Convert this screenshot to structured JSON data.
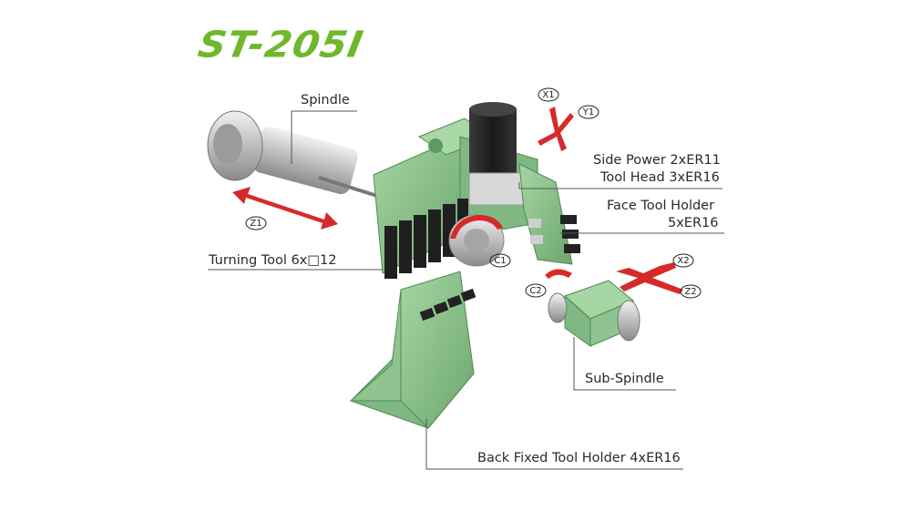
{
  "title": "ST-205Ⅰ",
  "labels": {
    "spindle": "Spindle",
    "side_power_line1": "Side Power  2xER11",
    "side_power_line2": "Tool Head  3xER16",
    "face_tool_line1": "Face Tool Holder",
    "face_tool_line2": "5xER16",
    "turning_tool": "Turning Tool 6x□12",
    "sub_spindle": "Sub-Spindle",
    "back_fixed": "Back Fixed Tool Holder 4xER16"
  },
  "axes": {
    "x1": "X1",
    "y1": "Y1",
    "z1": "Z1",
    "c1": "C1",
    "c2": "C2",
    "x2": "X2",
    "z2": "Z2"
  },
  "colors": {
    "title": "#6fb82c",
    "machine_green": "#8dc48d",
    "machine_green_dark": "#5f9c62",
    "arrow_red": "#d62a2a",
    "motor_black": "#1e1e1e",
    "steel": "#c8c8c8",
    "leader_line": "#555555"
  }
}
